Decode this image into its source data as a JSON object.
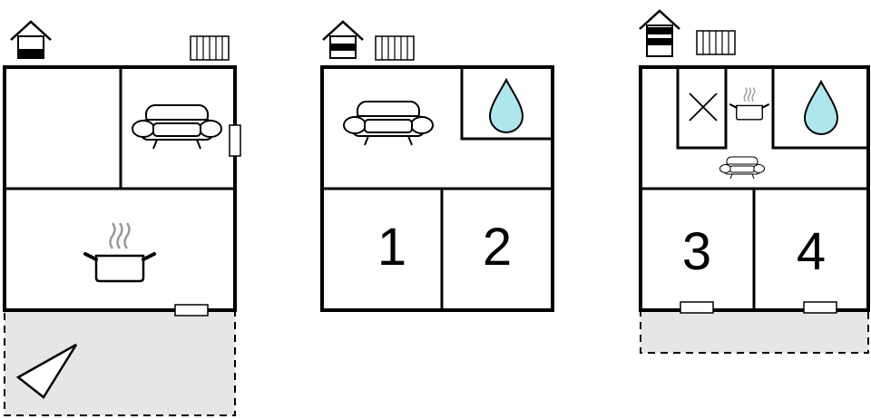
{
  "colors": {
    "wall": "#000000",
    "background": "#ffffff",
    "outdoor_area": "#e6e6e6",
    "water_drop": "#aee6ee"
  },
  "floors": [
    {
      "level_icon": "house-level-ground-icon",
      "rooms": [
        {
          "type": "room-empty"
        },
        {
          "type": "living-room",
          "icon": "sofa-icon"
        },
        {
          "type": "kitchen",
          "icon": "cooking-pot-icon"
        }
      ],
      "outdoor": {
        "type": "terrace",
        "icon": "compass-triangle-icon"
      }
    },
    {
      "level_icon": "house-level-middle-icon",
      "rooms": [
        {
          "type": "living-room",
          "icon": "sofa-icon"
        },
        {
          "type": "bathroom",
          "icon": "water-drop-icon"
        },
        {
          "type": "bedroom",
          "number": "1"
        },
        {
          "type": "bedroom",
          "number": "2"
        }
      ]
    },
    {
      "level_icon": "house-level-top-icon",
      "rooms": [
        {
          "type": "wc",
          "icon": "cross-icon"
        },
        {
          "type": "kitchenette",
          "icon": "cooking-pot-icon"
        },
        {
          "type": "bathroom",
          "icon": "water-drop-icon"
        },
        {
          "type": "living-room",
          "icon": "sofa-icon"
        },
        {
          "type": "bedroom",
          "number": "3"
        },
        {
          "type": "bedroom",
          "number": "4"
        }
      ],
      "outdoor": {
        "type": "balcony"
      }
    }
  ]
}
